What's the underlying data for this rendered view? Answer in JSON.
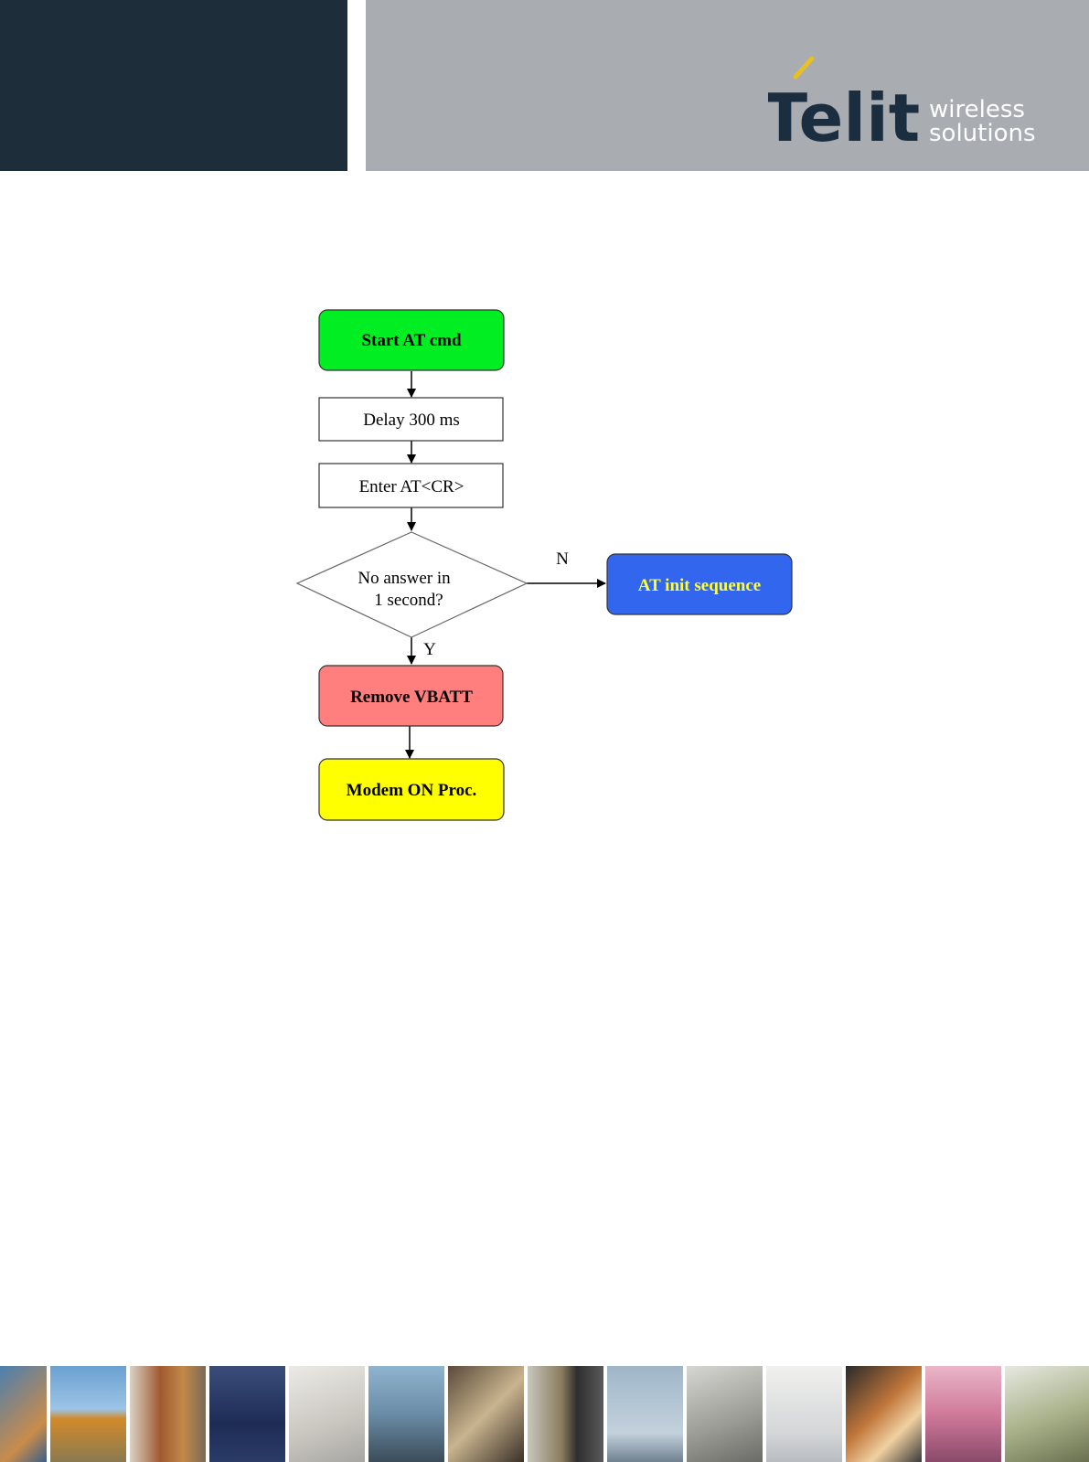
{
  "header": {
    "logo": {
      "brand": "Telit",
      "tagline_line1": "wireless",
      "tagline_line2": "solutions"
    }
  },
  "flowchart": {
    "nodes": {
      "start": {
        "label": "Start AT cmd",
        "fill": "#00ee22"
      },
      "delay": {
        "label": "Delay 300 ms",
        "fill": "#ffffff"
      },
      "enter": {
        "label": "Enter AT<CR>",
        "fill": "#ffffff"
      },
      "decision_line1": {
        "label": "No answer in"
      },
      "decision_line2": {
        "label": "1 second?"
      },
      "init": {
        "label": "AT init sequence",
        "fill": "#3366ee",
        "text_color": "#ffff33"
      },
      "remove": {
        "label": "Remove VBATT",
        "fill": "#ff7f7f"
      },
      "modem_on": {
        "label": "Modem ON Proc.",
        "fill": "#ffff00"
      }
    },
    "edges": {
      "no_label": "N",
      "yes_label": "Y"
    }
  },
  "footer": {
    "strip_tiles": [
      "highway-photo-tile",
      "payphone-photo-tile",
      "container-train-photo-tile",
      "departure-board-photo-tile",
      "keyboard-photo-tile",
      "cyclist-photo-tile",
      "card-reader-photo-tile",
      "vending-machine-photo-tile",
      "wind-turbines-photo-tile",
      "utility-meter-photo-tile",
      "interior-photo-tile",
      "subway-photo-tile",
      "retail-shelf-photo-tile",
      "security-camera-photo-tile"
    ]
  }
}
